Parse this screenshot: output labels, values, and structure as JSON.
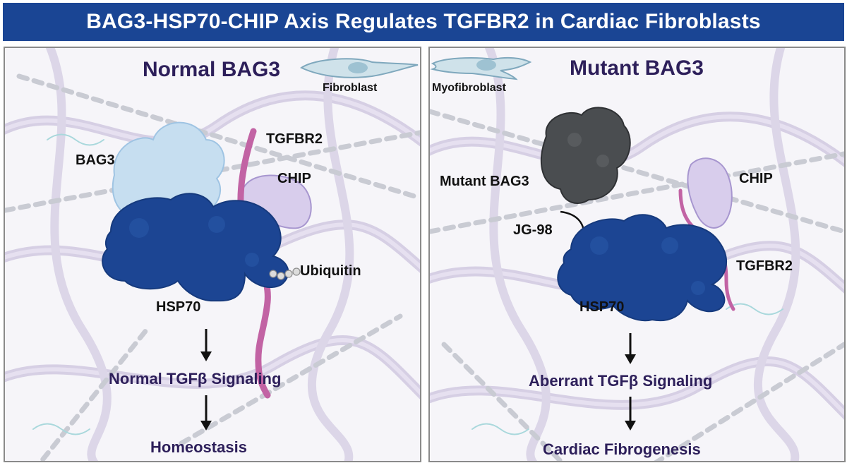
{
  "title": "BAG3-HSP70-CHIP Axis Regulates TGFBR2 in Cardiac Fibroblasts",
  "left_panel": {
    "heading": "Normal BAG3",
    "cell_label": "Fibroblast",
    "labels": {
      "bag3": "BAG3",
      "tgfbr2": "TGFBR2",
      "chip": "CHIP",
      "ubiquitin": "Ubiquitin",
      "hsp70": "HSP70"
    },
    "flow": [
      "Normal TGFβ Signaling",
      "Homeostasis"
    ]
  },
  "right_panel": {
    "heading": "Mutant BAG3",
    "cell_label": "Myofibroblast",
    "labels": {
      "mutant_bag3": "Mutant BAG3",
      "chip": "CHIP",
      "jg98": "JG-98",
      "tgfbr2": "TGFBR2",
      "hsp70": "HSP70"
    },
    "flow": [
      "Aberrant TGFβ Signaling",
      "Cardiac Fibrogenesis"
    ]
  },
  "colors": {
    "title_bg": "#1a4594",
    "hsp70": "#1c4593",
    "bag3": "#c6def0",
    "mutant_bag3": "#4a4d50",
    "chip": "#d8cdec",
    "tgfbr2": "#c263a4",
    "heading_text": "#2d1f5a"
  }
}
